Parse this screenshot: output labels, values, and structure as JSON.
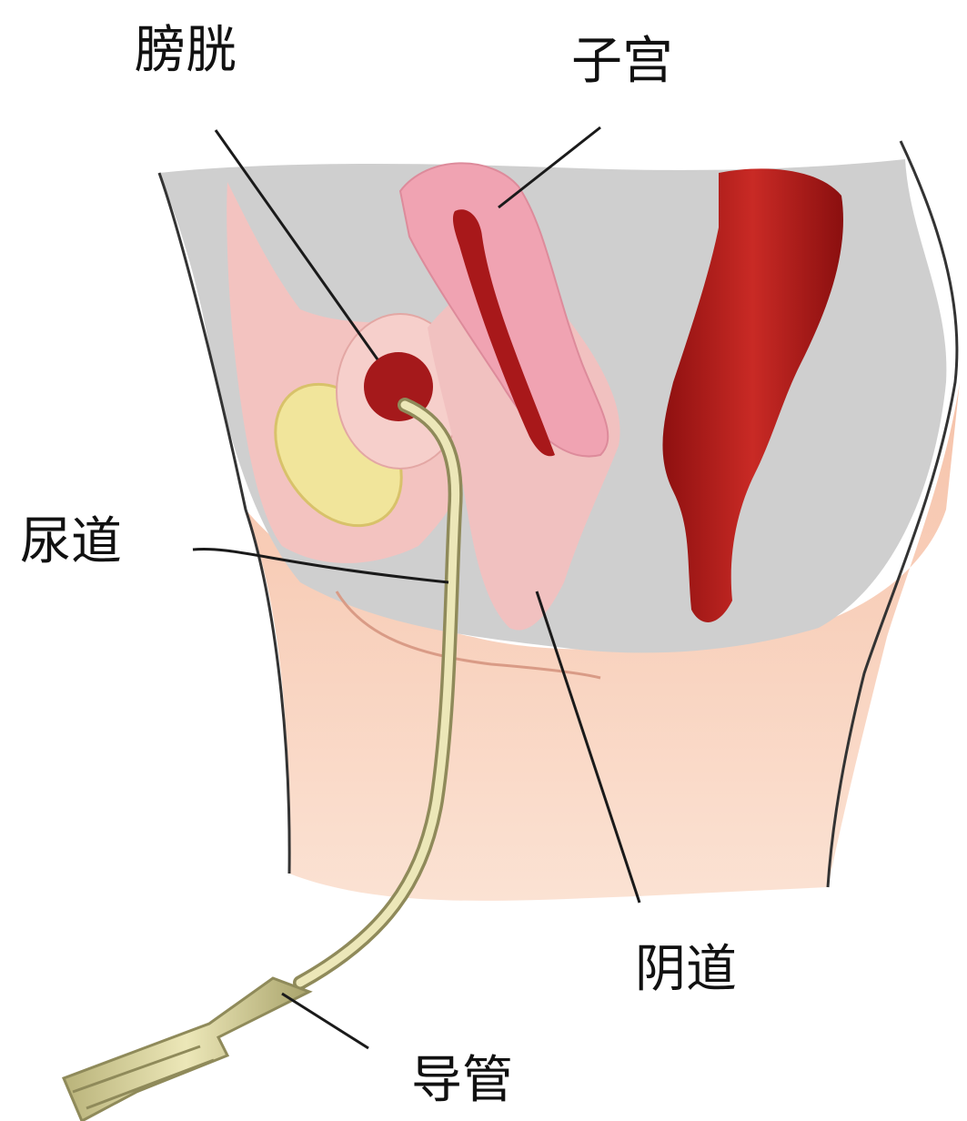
{
  "labels": {
    "bladder": "膀胱",
    "uterus": "子宫",
    "urethra": "尿道",
    "vagina": "阴道",
    "catheter": "导管"
  },
  "colors": {
    "background": "#ffffff",
    "outline": "#1a1a1a",
    "cavity_gray": "#c9c9c9",
    "organ_pink": "#f2b8b8",
    "uterus_pink": "#f4a9b4",
    "rectum_red": "#b51c1c",
    "skin": "#f7cdb6",
    "catheter": "#d8d29a"
  }
}
